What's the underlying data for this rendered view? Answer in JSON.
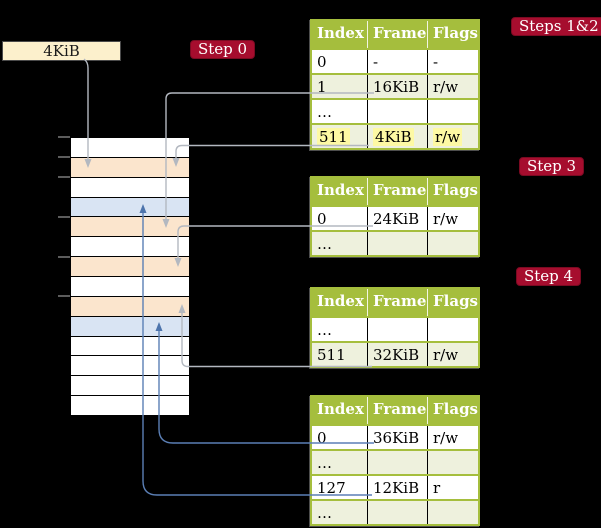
{
  "frame_box": {
    "label": "4KiB"
  },
  "badges": {
    "step0": "Step 0",
    "steps12": "Steps 1&2",
    "step3": "Step 3",
    "step4": "Step 4"
  },
  "memory_strip": {
    "rows": [
      "white",
      "peach",
      "white",
      "blue",
      "peach",
      "white",
      "peach",
      "white",
      "peach",
      "blue",
      "white",
      "white",
      "white",
      "white"
    ]
  },
  "tables": [
    {
      "id": "page-table-steps-1-2",
      "headers": [
        "Index",
        "Frame",
        "Flags"
      ],
      "rows": [
        {
          "cells": [
            "0",
            "-",
            "-"
          ],
          "shaded": false,
          "highlight": false
        },
        {
          "cells": [
            "1",
            "16KiB",
            "r/w"
          ],
          "shaded": true,
          "highlight": false
        },
        {
          "cells": [
            "…",
            "",
            ""
          ],
          "shaded": false,
          "highlight": false
        },
        {
          "cells": [
            "511",
            "4KiB",
            "r/w"
          ],
          "shaded": true,
          "highlight": true
        }
      ]
    },
    {
      "id": "page-table-step-3",
      "headers": [
        "Index",
        "Frame",
        "Flags"
      ],
      "rows": [
        {
          "cells": [
            "0",
            "24KiB",
            "r/w"
          ],
          "shaded": false,
          "highlight": false
        },
        {
          "cells": [
            "…",
            "",
            ""
          ],
          "shaded": true,
          "highlight": false
        }
      ]
    },
    {
      "id": "page-table-step-4",
      "headers": [
        "Index",
        "Frame",
        "Flags"
      ],
      "rows": [
        {
          "cells": [
            "…",
            "",
            ""
          ],
          "shaded": false,
          "highlight": false
        },
        {
          "cells": [
            "511",
            "32KiB",
            "r/w"
          ],
          "shaded": true,
          "highlight": false
        }
      ]
    },
    {
      "id": "page-table-leaf",
      "headers": [
        "Index",
        "Frame",
        "Flags"
      ],
      "rows": [
        {
          "cells": [
            "0",
            "36KiB",
            "r/w"
          ],
          "shaded": false,
          "highlight": false
        },
        {
          "cells": [
            "…",
            "",
            ""
          ],
          "shaded": true,
          "highlight": false
        },
        {
          "cells": [
            "127",
            "12KiB",
            "r"
          ],
          "shaded": false,
          "highlight": false
        },
        {
          "cells": [
            "…",
            "",
            ""
          ],
          "shaded": true,
          "highlight": false
        }
      ]
    }
  ],
  "colors": {
    "table_header_green": "#a5be3d",
    "table_row_shaded": "#eef1dd",
    "memory_peach": "#fbe5cd",
    "memory_blue": "#d9e4f3",
    "frame_box_cream": "#fcf0cc",
    "badge_crimson": "#a60d2e",
    "highlight_yellow": "#fdf9a4",
    "arrow_gray": "#b3b8c0",
    "arrow_blue": "#5b7fb5"
  }
}
